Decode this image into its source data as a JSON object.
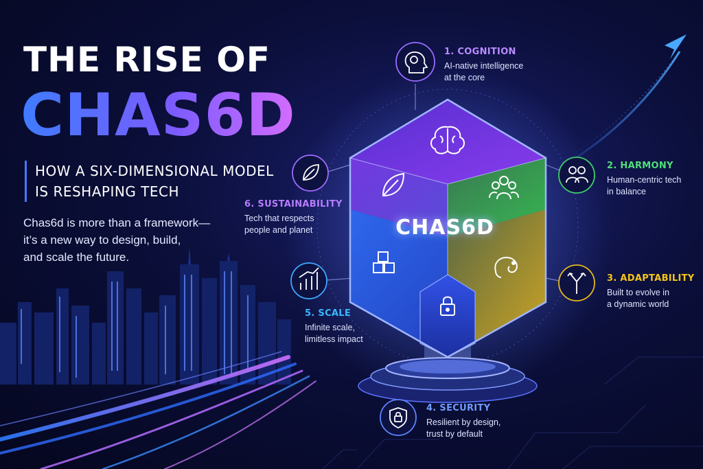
{
  "title": {
    "line1": "THE RISE OF",
    "line2": "CHAS6D"
  },
  "subtitle": {
    "line1": "HOW A SIX-DIMENSIONAL MODEL",
    "line2": "IS RESHAPING TECH"
  },
  "intro": {
    "line1": "Chas6d is more than a framework—",
    "line2": "it’s a new way to design, build,",
    "line3": "and scale the future."
  },
  "cube_label": "CHAS6D",
  "dimensions": [
    {
      "title": "1. COGNITION",
      "desc1": "AI-native intelligence",
      "desc2": "at the core",
      "color": "#b98cff",
      "icon": "brain-icon"
    },
    {
      "title": "2. HARMONY",
      "desc1": "Human-centric tech",
      "desc2": "in balance",
      "color": "#4fe07a",
      "icon": "people-icon"
    },
    {
      "title": "3. ADAPTABILITY",
      "desc1": "Built to evolve in",
      "desc2": "a dynamic world",
      "color": "#f5c518",
      "icon": "split-arrows-icon"
    },
    {
      "title": "4. SECURITY",
      "desc1": "Resilient by design,",
      "desc2": "trust by default",
      "color": "#6f9bff",
      "icon": "shield-lock-icon"
    },
    {
      "title": "5. SCALE",
      "desc1": "Infinite scale,",
      "desc2": "limitless impact",
      "color": "#39b8ff",
      "icon": "growth-chart-icon"
    },
    {
      "title": "6. SUSTAINABILITY",
      "desc1": "Tech that respects",
      "desc2": "people and planet",
      "color": "#b77cff",
      "icon": "leaf-icon"
    }
  ],
  "colors": {
    "background": "#0b0f3a",
    "cognition": "#9a5cff",
    "harmony": "#37d35a",
    "adaptability": "#e8b81c",
    "security": "#3a6dff",
    "scale": "#2f8cff",
    "sustainability": "#8a4dff"
  }
}
